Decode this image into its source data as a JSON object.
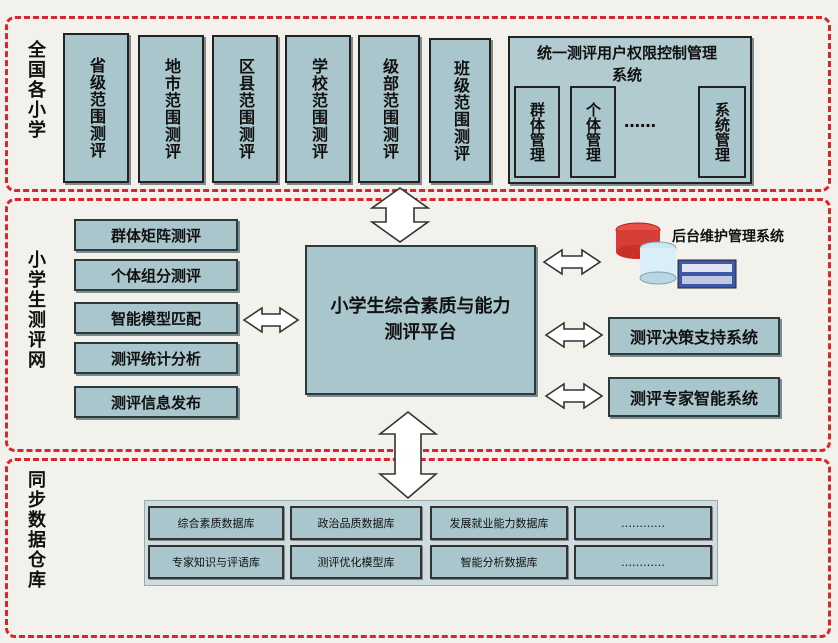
{
  "zones": {
    "schools": "全国各小学",
    "network": "小学生测评网",
    "warehouse": "同步数据仓库"
  },
  "scopes": [
    "省级范围测评",
    "地市范围测评",
    "区县范围测评",
    "学校范围测评",
    "级部范围测评",
    "班级范围测评"
  ],
  "permission_system": {
    "title": "统一测评用户权限控制管理系统",
    "items": [
      "群体管理",
      "个体管理",
      "系统管理"
    ],
    "ellipsis": "……"
  },
  "left_modules": [
    "群体矩阵测评",
    "个体组分测评",
    "智能模型匹配",
    "测评统计分析",
    "测评信息发布"
  ],
  "platform": "小学生综合素质与能力测评平台",
  "right_systems": {
    "backend": "后台维护管理系统",
    "decision": "测评决策支持系统",
    "expert": "测评专家智能系统"
  },
  "databases": {
    "row1": [
      "综合素质数据库",
      "政治品质数据库",
      "发展就业能力数据库",
      "…………"
    ],
    "row2": [
      "专家知识与评语库",
      "测评优化模型库",
      "智能分析数据库",
      "…………"
    ]
  }
}
